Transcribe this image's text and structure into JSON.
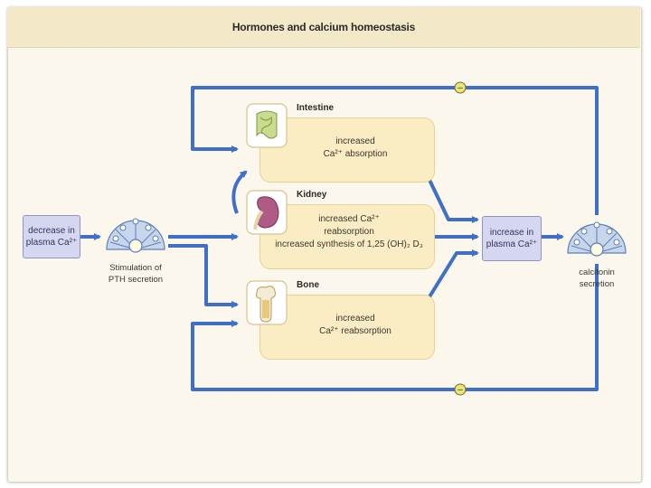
{
  "title": "Hormones and calcium homeostasis",
  "left_box": {
    "line1": "decrease in",
    "line2": "plasma Ca²⁺"
  },
  "right_box": {
    "line1": "increase in",
    "line2": "plasma Ca²⁺"
  },
  "pth_caption": {
    "line1": "Stimulation of",
    "line2": "PTH secretion"
  },
  "calcitonin_caption": {
    "line1": "calcitonin",
    "line2": "secretion"
  },
  "intestine": {
    "label": "Intestine",
    "line1": "increased",
    "line2": "Ca²⁺ absorption"
  },
  "kidney": {
    "label": "Kidney",
    "line1": "increased Ca²⁺",
    "line2": "reabsorption",
    "line3": "increased synthesis of 1,25 (OH)₂ D₃"
  },
  "bone": {
    "label": "Bone",
    "line1": "increased",
    "line2": "Ca²⁺ reabsorption"
  },
  "inhibit_symbol": "–",
  "colors": {
    "arrow": "#3f6fc6",
    "box": "#fbedc3",
    "plasma": "#d5d7f1",
    "gland": "#8aa7cf"
  }
}
